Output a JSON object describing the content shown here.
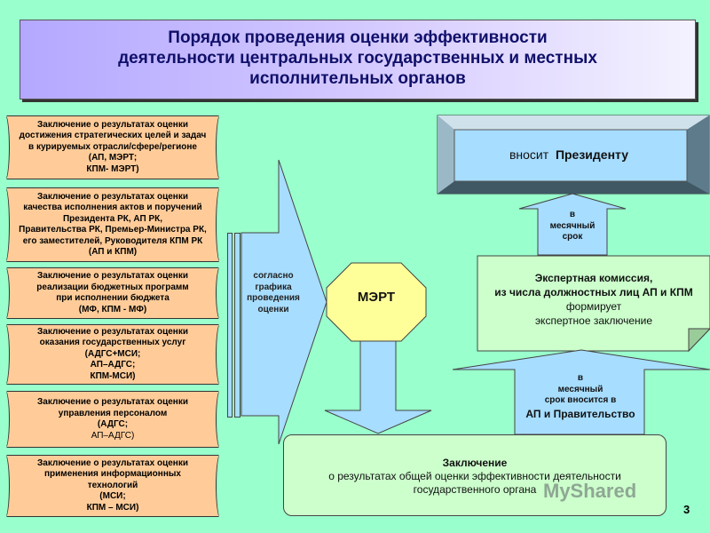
{
  "title": {
    "line1": "Порядок проведения оценки эффективности",
    "line2": "деятельности центральных государственных и местных",
    "line3": "исполнительных органов"
  },
  "left_boxes": [
    {
      "lines": [
        "Заключение о результатах оценки",
        "достижения стратегических целей и задач",
        "в курируемых отрасли/сфере/регионе",
        "(АП, МЭРТ;",
        "КПМ- МЭРТ)"
      ]
    },
    {
      "lines": [
        "Заключение о результатах оценки",
        "качества исполнения актов и поручений",
        "Президента РК, АП РК,",
        "Правительства РК, Премьер-Министра РК,",
        "его заместителей, Руководителя КПМ РК",
        "(АП и КПМ)"
      ]
    },
    {
      "lines": [
        "Заключение о результатах оценки",
        "реализации бюджетных программ",
        "при исполнении бюджета",
        "(МФ, КПМ - МФ)"
      ]
    },
    {
      "lines": [
        "Заключение о результатах оценки",
        "оказания государственных услуг",
        "(АДГС+МСИ;",
        "АП–АДГС;",
        "КПМ-МСИ)"
      ]
    },
    {
      "lines": [
        "Заключение о результатах оценки",
        "управления персоналом",
        "(АДГС;",
        "АП–АДГС)"
      ]
    },
    {
      "lines": [
        "Заключение о результатах оценки",
        "применения информационных",
        "технологий",
        "(МСИ;",
        "КПМ – МСИ)"
      ]
    }
  ],
  "big_arrow": {
    "line1": "согласно",
    "line2": "графика",
    "line3": "проведения",
    "line4": "оценки"
  },
  "center": {
    "label": "МЭРТ"
  },
  "president": {
    "prefix": "вносит",
    "target": "Президенту"
  },
  "arrow_top": {
    "line1": "в",
    "line2": "месячный",
    "line3": "срок"
  },
  "expert": {
    "line1": "Экспертная комиссия,",
    "line2": "из числа должностных лиц АП и КПМ",
    "line3": "формирует",
    "line4": "экспертное заключение"
  },
  "arrow_bottom": {
    "line1": "в",
    "line2": "месячный",
    "line3": "срок вносится в",
    "line4": "АП и Правительство"
  },
  "conclusion": {
    "line1": "Заключение",
    "line2": "о результатах общей оценки эффективности деятельности",
    "line3": "государственного органа"
  },
  "watermark": "MyShared",
  "page_number": "3",
  "colors": {
    "background": "#99ffcc",
    "scroll": "#ffcc99",
    "arrow": "#a7ddff",
    "merkt": "#ffff99",
    "expert": "#ccffcc"
  }
}
